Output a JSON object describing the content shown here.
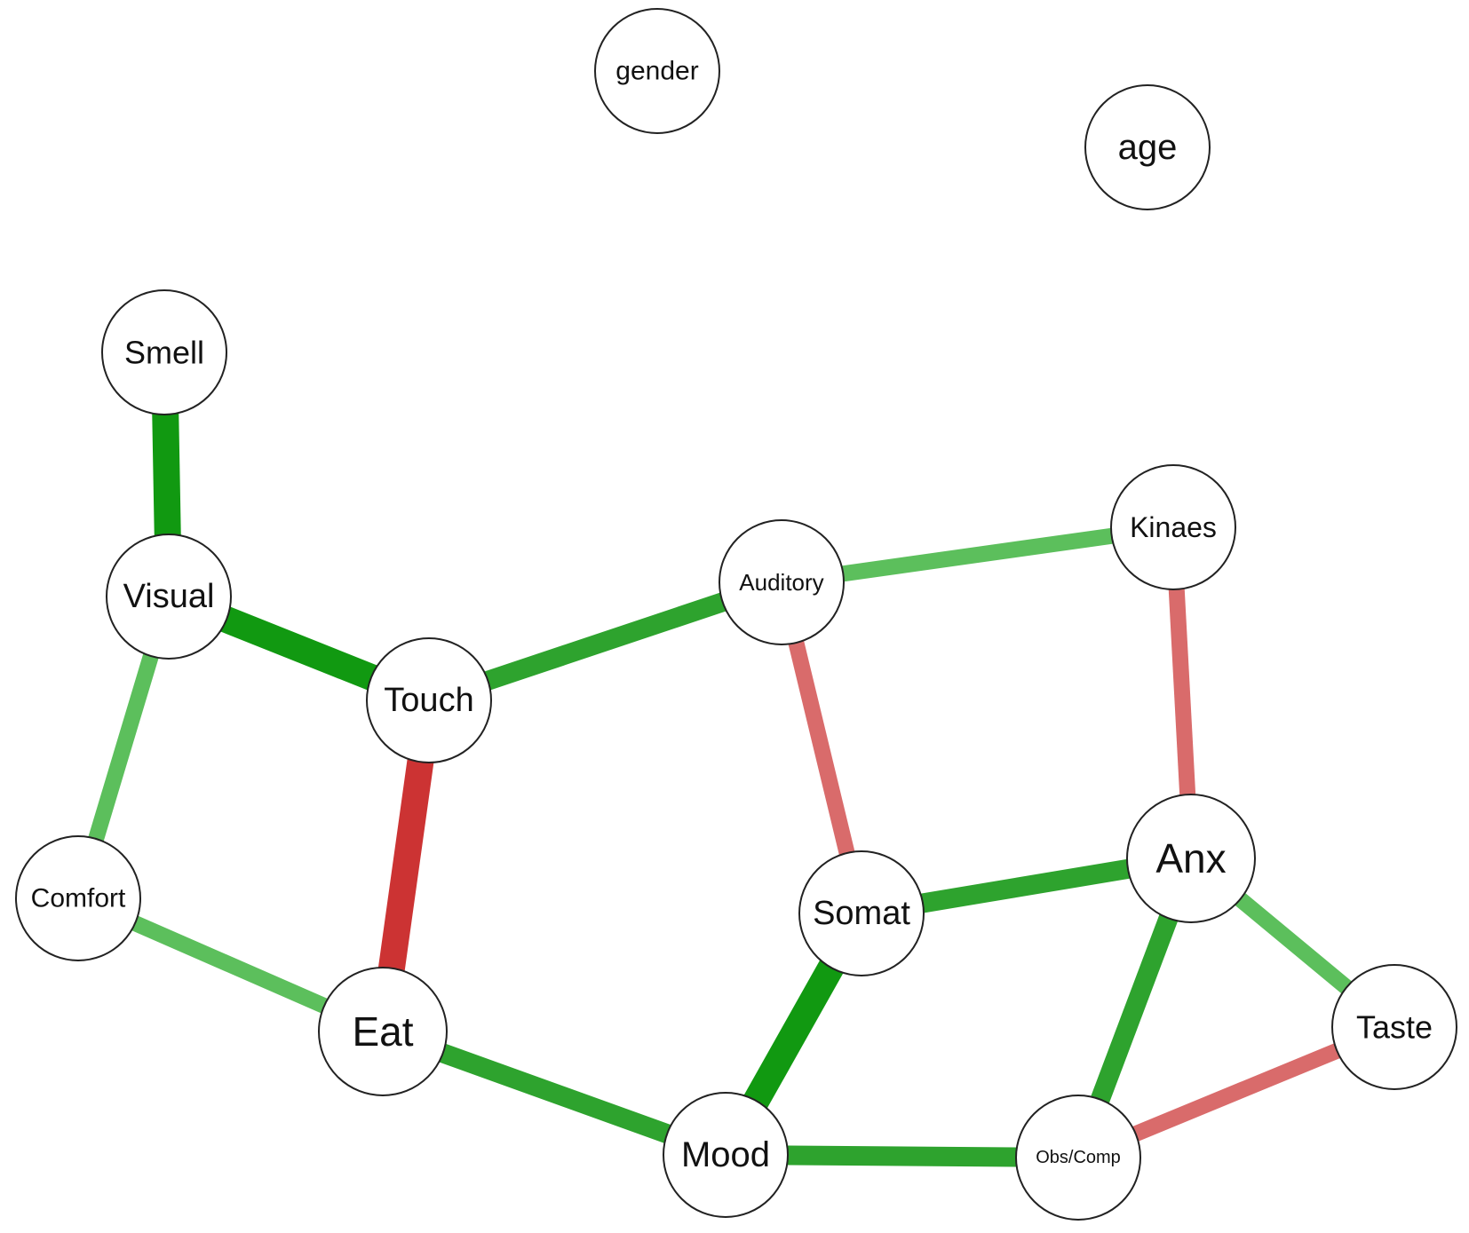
{
  "colors": {
    "positive_strong": "#119911",
    "positive_medium": "#2ea32e",
    "positive_light": "#5cbf5c",
    "negative_strong": "#cc3333",
    "negative_light": "#d96b6b"
  },
  "nodes": [
    {
      "id": "gender",
      "label": "gender"
    },
    {
      "id": "age",
      "label": "age"
    },
    {
      "id": "smell",
      "label": "Smell"
    },
    {
      "id": "visual",
      "label": "Visual"
    },
    {
      "id": "touch",
      "label": "Touch"
    },
    {
      "id": "auditory",
      "label": "Auditory"
    },
    {
      "id": "kinaes",
      "label": "Kinaes"
    },
    {
      "id": "comfort",
      "label": "Comfort"
    },
    {
      "id": "eat",
      "label": "Eat"
    },
    {
      "id": "somat",
      "label": "Somat"
    },
    {
      "id": "anx",
      "label": "Anx"
    },
    {
      "id": "taste",
      "label": "Taste"
    },
    {
      "id": "mood",
      "label": "Mood"
    },
    {
      "id": "obscomp",
      "label": "Obs/Comp"
    }
  ],
  "edges": [
    {
      "source": "smell",
      "target": "visual",
      "sign": "positive",
      "strength": "strong"
    },
    {
      "source": "visual",
      "target": "touch",
      "sign": "positive",
      "strength": "strong"
    },
    {
      "source": "visual",
      "target": "comfort",
      "sign": "positive",
      "strength": "light"
    },
    {
      "source": "touch",
      "target": "auditory",
      "sign": "positive",
      "strength": "medium"
    },
    {
      "source": "touch",
      "target": "eat",
      "sign": "negative",
      "strength": "strong"
    },
    {
      "source": "auditory",
      "target": "kinaes",
      "sign": "positive",
      "strength": "light"
    },
    {
      "source": "auditory",
      "target": "somat",
      "sign": "negative",
      "strength": "light"
    },
    {
      "source": "kinaes",
      "target": "anx",
      "sign": "negative",
      "strength": "light"
    },
    {
      "source": "comfort",
      "target": "eat",
      "sign": "positive",
      "strength": "light"
    },
    {
      "source": "eat",
      "target": "mood",
      "sign": "positive",
      "strength": "medium"
    },
    {
      "source": "somat",
      "target": "anx",
      "sign": "positive",
      "strength": "medium"
    },
    {
      "source": "somat",
      "target": "mood",
      "sign": "positive",
      "strength": "strong"
    },
    {
      "source": "anx",
      "target": "taste",
      "sign": "positive",
      "strength": "light"
    },
    {
      "source": "anx",
      "target": "obscomp",
      "sign": "positive",
      "strength": "medium"
    },
    {
      "source": "taste",
      "target": "obscomp",
      "sign": "negative",
      "strength": "light"
    },
    {
      "source": "mood",
      "target": "obscomp",
      "sign": "positive",
      "strength": "medium"
    }
  ]
}
